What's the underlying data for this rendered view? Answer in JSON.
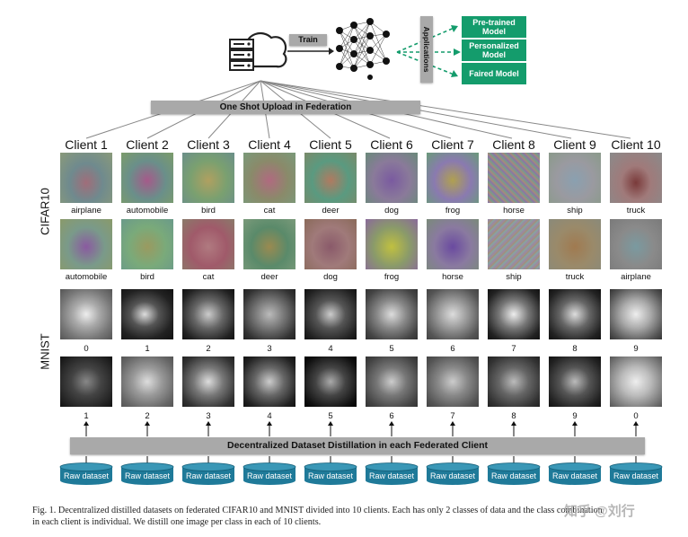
{
  "top": {
    "train_label": "Train",
    "applications_label": "Applications",
    "apps": [
      "Pre-trained Model",
      "Personalized Model",
      "Faired Model"
    ],
    "upload_bar": "One Shot Upload in Federation"
  },
  "clients": [
    "Client 1",
    "Client 2",
    "Client 3",
    "Client 4",
    "Client 5",
    "Client 6",
    "Client 7",
    "Client 8",
    "Client 9",
    "Client 10"
  ],
  "rows": {
    "cifar_label": "CIFAR10",
    "mnist_label": "MNIST",
    "cifar_row1": [
      "airplane",
      "automobile",
      "bird",
      "cat",
      "deer",
      "dog",
      "frog",
      "horse",
      "ship",
      "truck"
    ],
    "cifar_row2": [
      "automobile",
      "bird",
      "cat",
      "deer",
      "dog",
      "frog",
      "horse",
      "ship",
      "truck",
      "airplane"
    ],
    "mnist_row1": [
      "0",
      "1",
      "2",
      "3",
      "4",
      "5",
      "6",
      "7",
      "8",
      "9"
    ],
    "mnist_row2": [
      "1",
      "2",
      "3",
      "4",
      "5",
      "6",
      "7",
      "8",
      "9",
      "0"
    ]
  },
  "bottom": {
    "distill_bar": "Decentralized Dataset Distillation in each Federated Client",
    "raw_label": "Raw dataset"
  },
  "caption": {
    "line1": "Fig. 1.  Decentralized distilled datasets on federated CIFAR10 and MNIST divided into 10 clients. Each has only 2 classes of data and the class combination",
    "line2": "in each client is individual. We distill one image per class in each of 10 clients."
  },
  "watermark": "知乎 @刘行",
  "colors": {
    "app_green": "#149c6c",
    "raw_teal": "#1f7a99",
    "bar_gray": "#a9a9a9"
  }
}
